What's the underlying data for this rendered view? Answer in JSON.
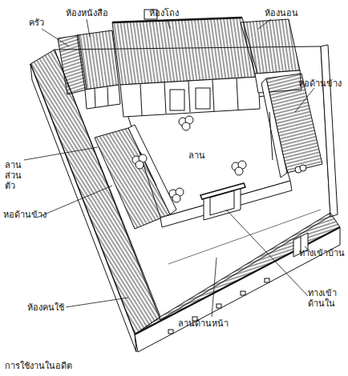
{
  "diagram": {
    "caption": "การใช้งานในอดีต",
    "labels": [
      "ครัว",
      "ห้องหนังสือ",
      "ห้องโถง",
      "ห้องนอน",
      "หอด้านข้าง",
      "ลาน ส่วนตัว",
      "ลาน",
      "หอด้านข้าง",
      "ทางเข้าบ้าน",
      "ทางเข้า ด้านใน",
      "ห้องคนใช้",
      "ลานด้านหน้า"
    ]
  }
}
